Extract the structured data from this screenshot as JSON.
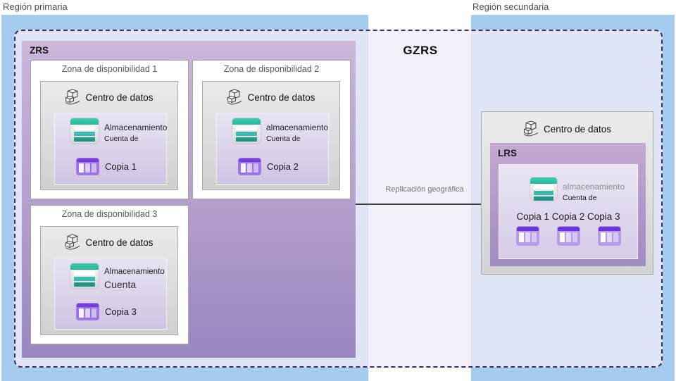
{
  "regions": {
    "primary": {
      "label": "Región primaria"
    },
    "secondary": {
      "label": "Región secundaria"
    }
  },
  "gzrs": {
    "label": "GZRS"
  },
  "zrs": {
    "label": "ZRS"
  },
  "lrs": {
    "label": "LRS"
  },
  "replication_arrow": {
    "label": "Replicación geográfica"
  },
  "zones": [
    {
      "title": "Zona de disponibilidad 1",
      "datacenter_label": "Centro de datos",
      "storage_account_line1": "Almacenamiento",
      "storage_account_line2": "Cuenta de",
      "copy_label": "Copia 1"
    },
    {
      "title": "Zona de disponibilidad 2",
      "datacenter_label": "Centro de datos",
      "storage_account_line1": "almacenamiento",
      "storage_account_line2": "Cuenta de",
      "copy_label": "Copia 2"
    },
    {
      "title": "Zona de disponibilidad 3",
      "datacenter_label": "Centro de datos",
      "storage_account_line1": "Almacenamiento",
      "storage_account_line2": "Cuenta",
      "copy_label": "Copia 3"
    }
  ],
  "secondary_site": {
    "datacenter_label": "Centro de datos",
    "storage_account_line1": "almacenamiento",
    "storage_account_line2": "Cuenta de",
    "copies_label": "Copia 1 Copia 2 Copia 3"
  },
  "icons": {
    "datacenter": "datacenter-building-icon",
    "storage_account": "storage-account-icon",
    "table_copy": "table-copy-icon"
  },
  "colors": {
    "region_fill": "#a5cbee",
    "gzrs_fill": "#f0ecf8",
    "gzrs_border": "#3f2a62",
    "zrs_gradient_top": "#ccb6da",
    "zrs_gradient_bottom": "#9a86c0",
    "inner_panel_top": "#e8e2f2",
    "inner_panel_bottom": "#cfc3e3",
    "datacenter_box_fill": "#dedede",
    "storage_teal": "#2bb7a0",
    "table_purple": "#7640d6",
    "arrow": "#3d3d3d"
  }
}
